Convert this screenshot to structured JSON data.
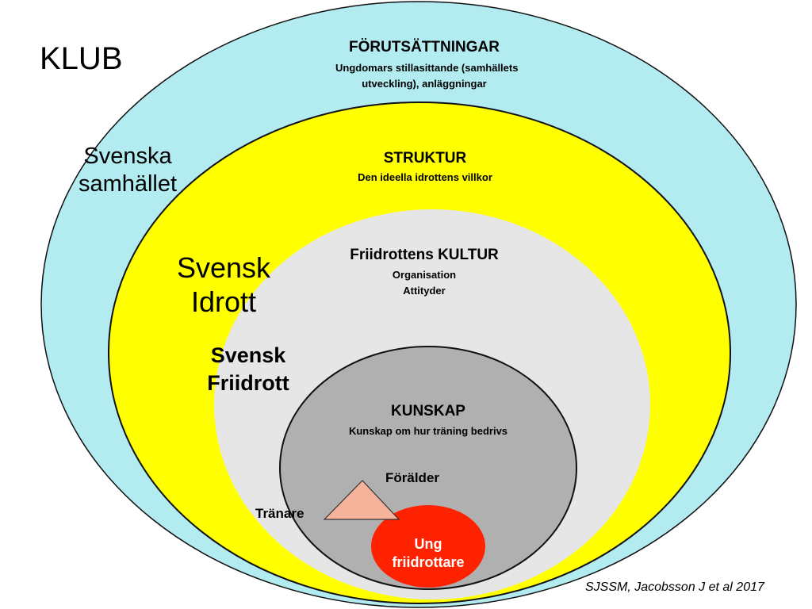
{
  "colors": {
    "outer_ring": "#b2ebf0",
    "middle_ring": "#ffff00",
    "inner_ring": "#e6e6e6",
    "core_ring": "#b0b0b0",
    "triangle": "#f7b29b",
    "young_athlete": "#ff2200"
  },
  "labels": {
    "klub": "KLUB",
    "society": [
      "Svenska",
      "samhället"
    ],
    "sport": [
      "Svensk",
      "Idrott"
    ],
    "athletics": [
      "Svensk",
      "Friidrott"
    ]
  },
  "rings": {
    "preconditions": {
      "title": "FÖRUTSÄTTNINGAR",
      "lines": [
        "Ungdomars stillasittande (samhällets",
        "utveckling), anläggningar"
      ]
    },
    "structure": {
      "title": "STRUKTUR",
      "lines": [
        "Den ideella idrottens villkor"
      ]
    },
    "culture": {
      "title": "Friidrottens KULTUR",
      "lines": [
        "Organisation",
        "Attityder"
      ]
    },
    "knowledge": {
      "title": "KUNSKAP",
      "lines": [
        "Kunskap om hur träning bedrivs"
      ]
    }
  },
  "roles": {
    "parent": "Förälder",
    "coach": "Tränare",
    "athlete": [
      "Ung",
      "friidrottare"
    ]
  },
  "icons": {
    "triangle": "triangle-icon"
  },
  "credit": "SJSSM, Jacobsson J et al 2017"
}
